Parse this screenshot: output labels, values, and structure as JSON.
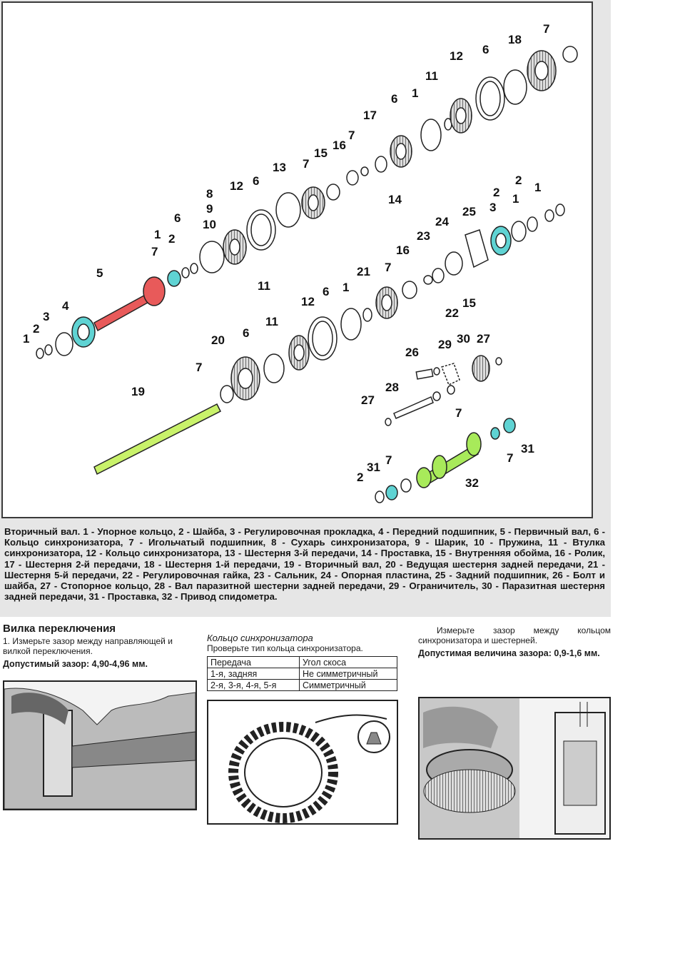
{
  "diagram": {
    "callouts": {
      "c1a": "1",
      "c2a": "2",
      "c3a": "3",
      "c4a": "4",
      "c5": "5",
      "c7a": "7",
      "c1b": "1",
      "c2b": "2",
      "c6a": "6",
      "c8": "8",
      "c9": "9",
      "c10": "10",
      "c12a": "12",
      "c6b": "6",
      "c11a": "11",
      "c13": "13",
      "c7b": "7",
      "c15a": "15",
      "c16a": "16",
      "c7c": "7",
      "c14": "14",
      "c17": "17",
      "c6c": "6",
      "c1c": "1",
      "c11b": "11",
      "c12b": "12",
      "c6d": "6",
      "c18": "18",
      "c7d": "7",
      "c2c": "2",
      "c1d": "1",
      "c2d": "2",
      "c1e": "1",
      "c3b": "3",
      "c25": "25",
      "c24": "24",
      "c23": "23",
      "c16b": "16",
      "c7e": "7",
      "c21": "21",
      "c22": "22",
      "c15b": "15",
      "c12c": "12",
      "c6e": "6",
      "c1f": "1",
      "c11c": "11",
      "c20": "20",
      "c6f": "6",
      "c7f": "7",
      "c19": "19",
      "c26": "26",
      "c29": "29",
      "c30": "30",
      "c27a": "27",
      "c28": "28",
      "c27b": "27",
      "c7g": "7",
      "c7h": "7",
      "c31a": "31",
      "c32": "32",
      "c7i": "7",
      "c31b": "31",
      "c2e": "2"
    }
  },
  "caption": "Вторичный вал. 1 - Упорное кольцо, 2 - Шайба, 3 - Регулировочная прокладка, 4 - Передний подшипник, 5 - Первичный вал, 6 - Кольцо синхронизатора, 7 - Игольчатый подшипник, 8 - Сухарь синхронизатора, 9 - Шарик, 10 - Пружина, 11 - Втулка синхронизатора, 12 - Кольцо синхронизатора, 13 - Шестерня 3-й передачи, 14 - Проставка, 15 - Внутренняя обойма, 16 - Ролик, 17 - Шестерня 2-й передачи, 18 - Шестерня 1-й передачи, 19 - Вторичный вал, 20 - Ведущая шестерня задней передачи, 21 - Шестерня 5-й передачи, 22 - Регулировочная гайка, 23 - Сальник, 24 - Опорная пластина, 25 - Задний подшипник, 26 - Болт и шайба, 27 - Стопорное кольцо, 28 - Вал паразитной шестерни задней передачи, 29 - Ограничитель, 30 - Паразитная шестерня задней передачи, 31 - Проставка, 32 - Привод спидометра.",
  "fork": {
    "heading": "Вилка переключения",
    "text": "1. Измерьте зазор между направляющей и вилкой переключения.",
    "tolerance": "Допустимый зазор: 4,90-4,96 мм."
  },
  "ring": {
    "heading": "Кольцо синхронизатора",
    "text": "Проверьте тип кольца синхронизатора.",
    "table": {
      "headers": [
        "Передача",
        "Угол скоса"
      ],
      "rows": [
        [
          "1-я, задняя",
          "Не симметричный"
        ],
        [
          "2-я, 3-я, 4-я, 5-я",
          "Симметричный"
        ]
      ]
    }
  },
  "gap": {
    "text": "Измерьте зазор между кольцом синхронизатора и шестерней.",
    "tolerance": "Допустимая величина зазора: 0,9-1,6 мм."
  },
  "colors": {
    "shaft_input": "#e85a5a",
    "bearing_cyan": "#5fd3d3",
    "shaft_output": "#c9f26a",
    "speedo": "#a8ea5a"
  }
}
